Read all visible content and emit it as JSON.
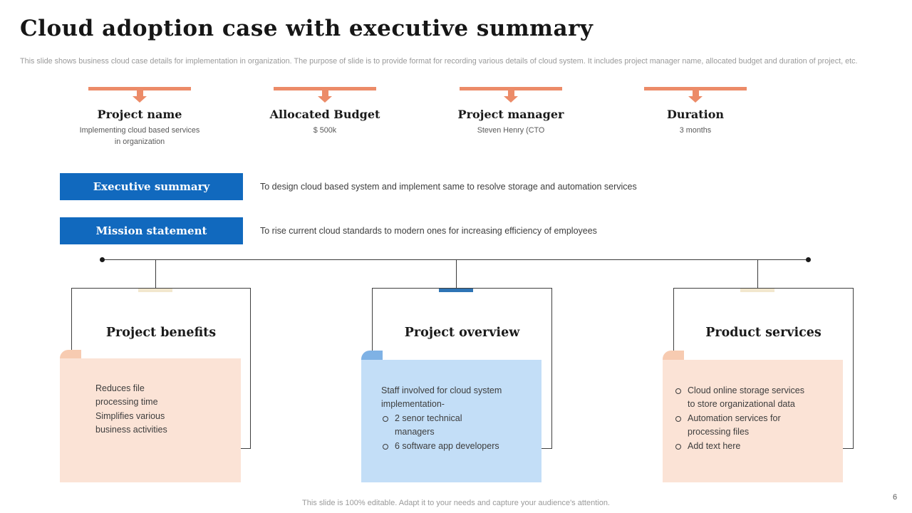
{
  "slide": {
    "title": "Cloud adoption case with executive summary",
    "subtitle": "This slide shows business cloud case details for implementation in organization. The purpose of slide is to provide format for recording various details of cloud system. It includes project manager name, allocated budget and duration of project, etc.",
    "footer": "This slide is 100% editable. Adapt it to your needs and capture your audience's attention.",
    "page_number": "6"
  },
  "metrics": [
    {
      "label": "Project name",
      "value": "Implementing cloud based services in organization"
    },
    {
      "label": "Allocated Budget",
      "value": "$ 500k"
    },
    {
      "label": "Project manager",
      "value": "Steven Henry (CTO"
    },
    {
      "label": "Duration",
      "value": "3 months"
    }
  ],
  "statements": [
    {
      "label": "Executive summary",
      "text": "To design cloud based system and implement same to resolve storage and automation services"
    },
    {
      "label": "Mission statement",
      "text": "To rise current cloud standards to modern ones for increasing efficiency of employees"
    }
  ],
  "boxes": [
    {
      "title": "Project benefits",
      "intro": "Reduces file processing time Simplifies various business activities",
      "bullets": []
    },
    {
      "title": "Project overview",
      "intro": "Staff involved for cloud system implementation-",
      "bullets": [
        "2 senor technical managers",
        "6 software app developers"
      ]
    },
    {
      "title": "Product services",
      "intro": "",
      "bullets": [
        "Cloud online storage services to store organizational data",
        "Automation services for processing files",
        "Add text here"
      ]
    }
  ],
  "colors": {
    "accent_orange": "#EC8B68",
    "accent_blue": "#1169BE",
    "peach_light": "#FBE3D6",
    "peach_mid": "#F7CBB1",
    "blue_light": "#C3DEF7",
    "blue_mid": "#7FB2E5",
    "tab_tan": "#F2E7CE",
    "tab_blue": "#2E74B5"
  }
}
